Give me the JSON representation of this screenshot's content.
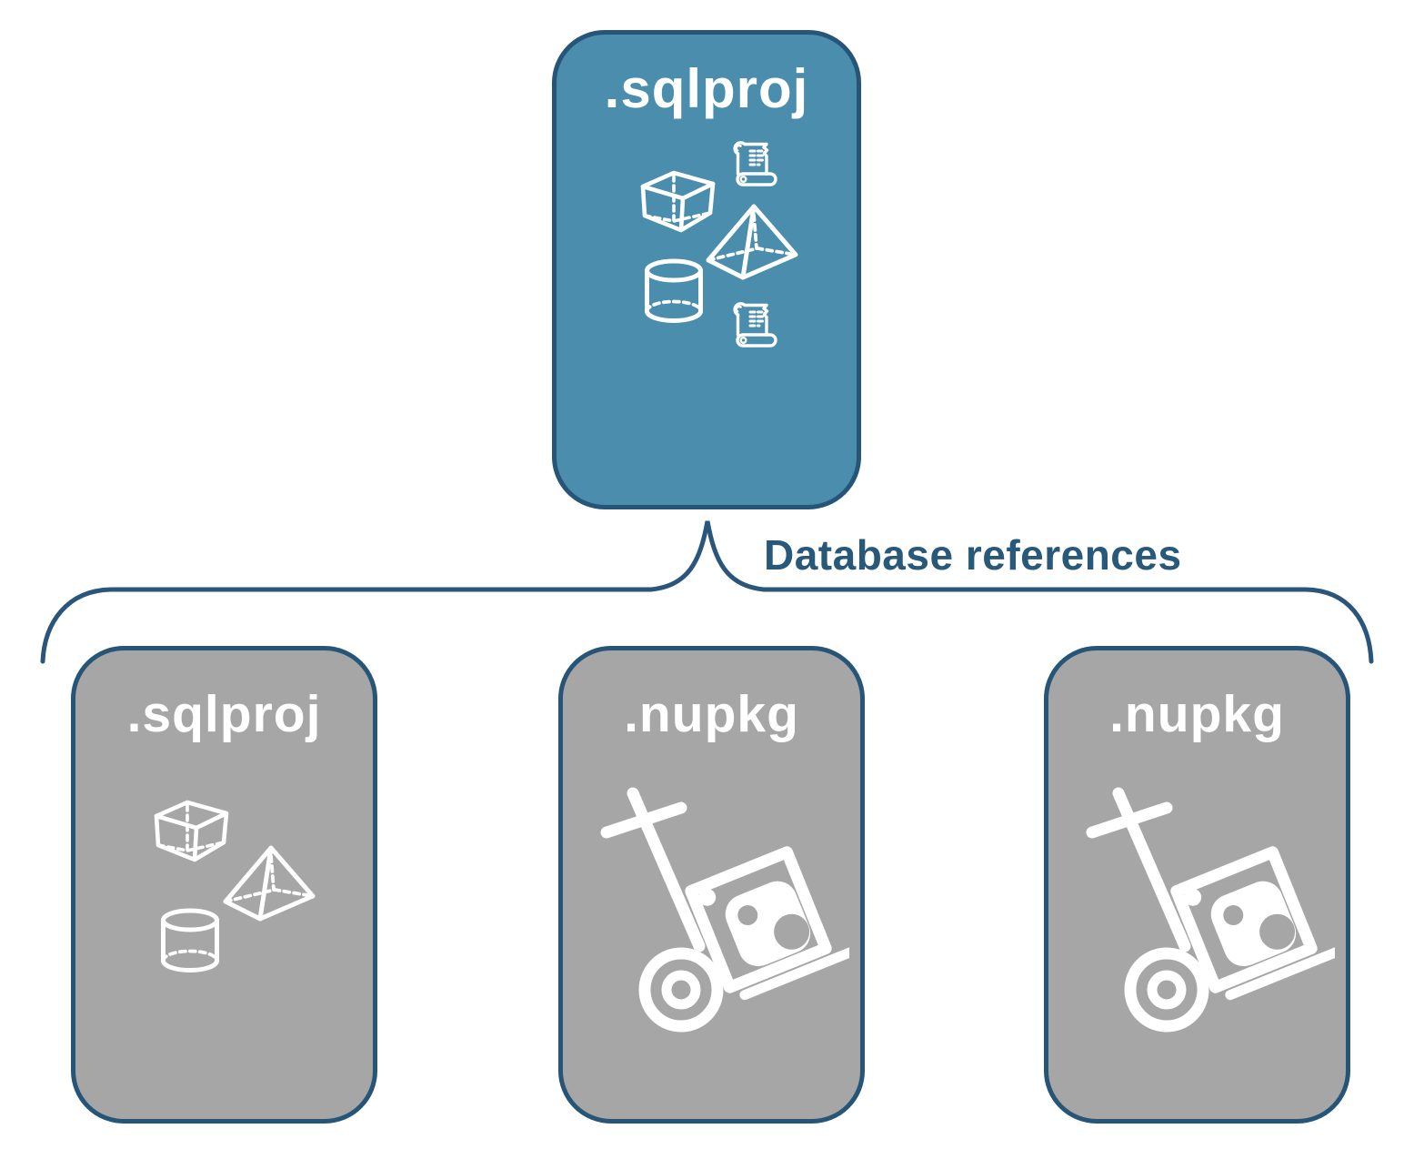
{
  "diagram": {
    "root_node": {
      "label": ".sqlproj",
      "fill_color": "#4A8DAC",
      "icons": [
        "cube-icon",
        "script-scroll-icon",
        "pyramid-icon",
        "cylinder-icon",
        "script-scroll-icon"
      ]
    },
    "edge": {
      "label": "Database references",
      "line_color": "#2A567B",
      "label_color": "#28587A"
    },
    "child_nodes": [
      {
        "label": ".sqlproj",
        "fill_color": "#A6A6A6",
        "icons": [
          "cube-icon",
          "pyramid-icon",
          "cylinder-icon"
        ]
      },
      {
        "label": ".nupkg",
        "fill_color": "#A6A6A6",
        "icons": [
          "nuget-dolly-icon"
        ]
      },
      {
        "label": ".nupkg",
        "fill_color": "#A6A6A6",
        "icons": [
          "nuget-dolly-icon"
        ]
      }
    ],
    "node_border_color": "#265577",
    "node_label_color": "#FFFFFF"
  }
}
